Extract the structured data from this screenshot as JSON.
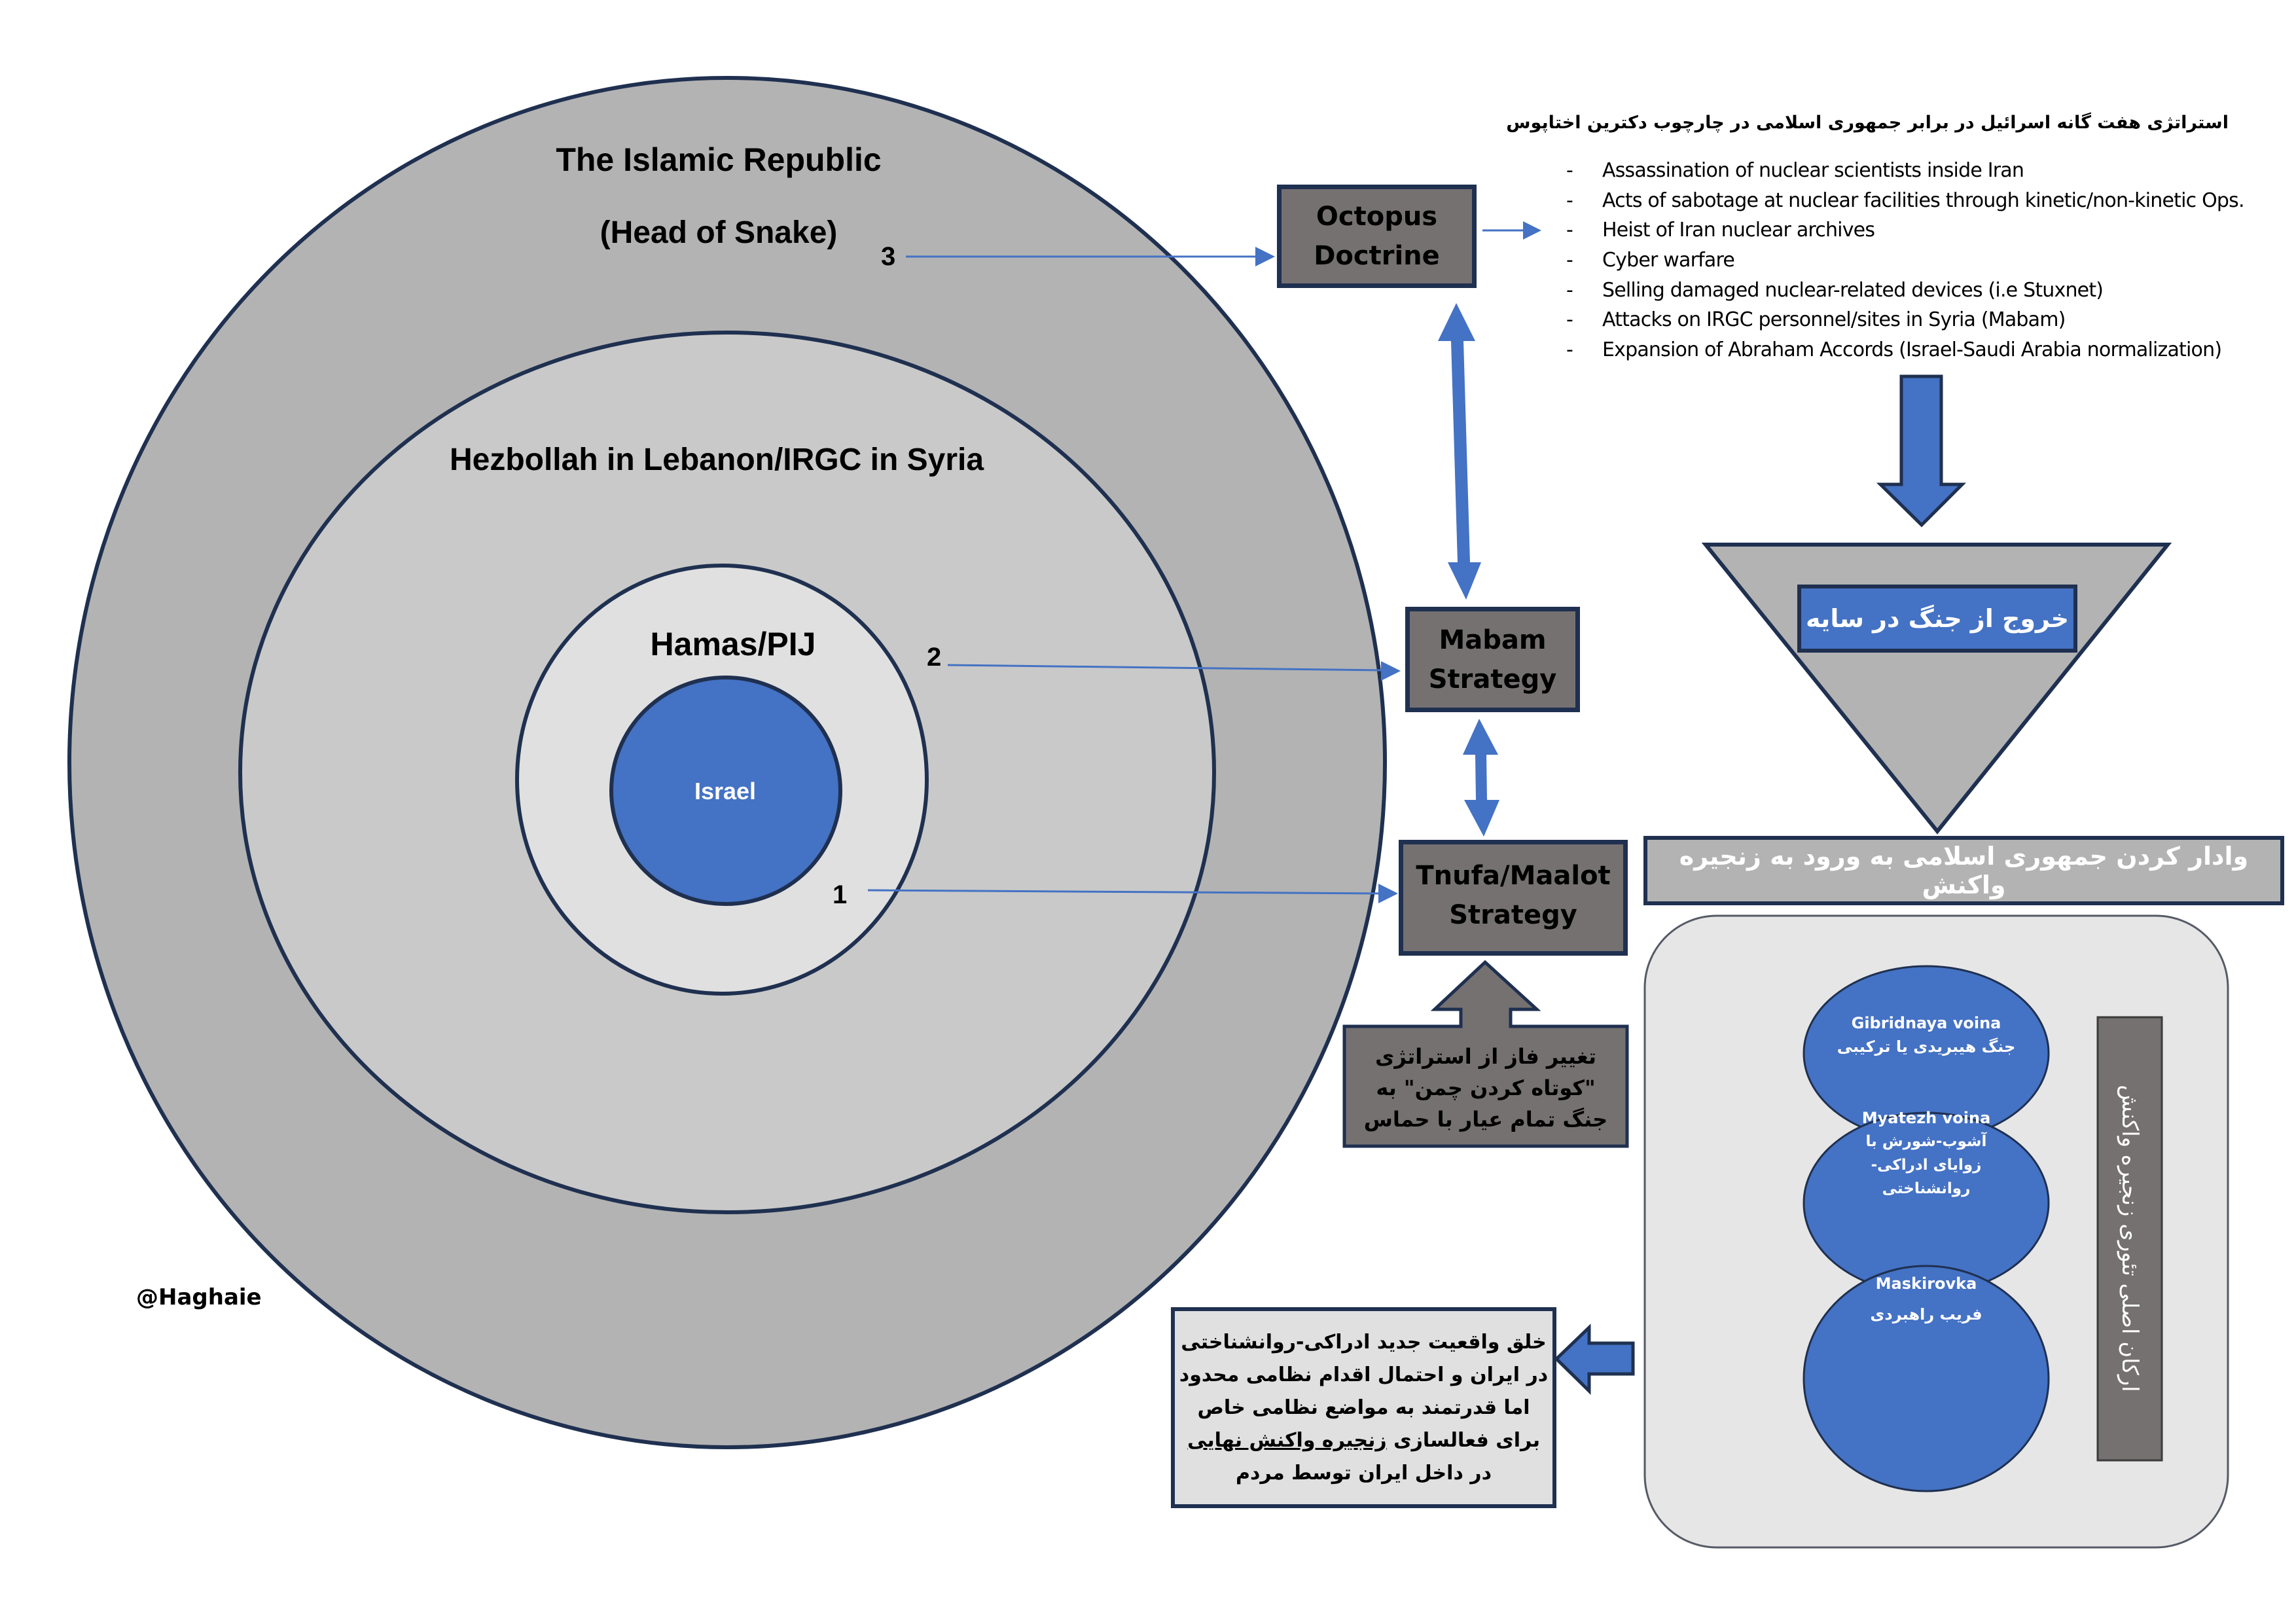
{
  "colors": {
    "outer_ring": "#b3b3b3",
    "middle_ring": "#c9c9c9",
    "inner_ring": "#e0e0e0",
    "core": "#4472c4",
    "stroke": "#1f3050",
    "strategy_box": "#757171",
    "arrow_blue": "#4472c4",
    "panel": "#e6e6e6",
    "pale_box": "#e0e0e0"
  },
  "circles": {
    "outer": {
      "title": "The Islamic Republic",
      "subtitle": "(Head of Snake)",
      "number": "3"
    },
    "middle": {
      "title": "Hezbollah in Lebanon/IRGC in Syria",
      "number": "2"
    },
    "inner": {
      "title": "Hamas/PIJ",
      "number": "1"
    },
    "core": {
      "title": "Israel"
    }
  },
  "strategies": {
    "octopus": {
      "line1": "Octopus",
      "line2": "Doctrine"
    },
    "mabam": {
      "line1": "Mabam",
      "line2": "Strategy"
    },
    "tnufa": {
      "line1": "Tnufa/Maalot",
      "line2": "Strategy"
    }
  },
  "octopus_list": {
    "title": "استراتژی هفت گانه اسرائیل در برابر جمهوری اسلامی در چارچوب دکترین اختاپوس",
    "bullet": "-",
    "items": [
      "Assassination of nuclear scientists inside Iran",
      "Acts of sabotage at nuclear facilities through kinetic/non-kinetic Ops.",
      "Heist of Iran nuclear archives",
      "Cyber warfare",
      "Selling damaged nuclear-related devices (i.e Stuxnet)",
      "Attacks on IRGC personnel/sites in Syria (Mabam)",
      "Expansion of Abraham Accords (Israel-Saudi Arabia normalization)"
    ]
  },
  "triangle_label": "خروج از جنگ در سایه",
  "chain_reaction_banner": "وادار کردن جمهوری اسلامی به ورود به زنجیره واکنش",
  "pillars_panel": {
    "side_label": "ارکان اصلی تئوری زنجیره واکنش",
    "pillars": [
      {
        "en": "Gibridnaya voina",
        "fa": [
          "جنگ هیبریدی یا ترکیبی"
        ]
      },
      {
        "en": "Myatezh voina",
        "fa": [
          "آشوب-شورش با",
          "زوایای ادراکی-",
          "روانشناختی"
        ]
      },
      {
        "en": "Maskirovka",
        "fa": [
          "فریب راهبردی"
        ]
      }
    ]
  },
  "phase_change_callout": {
    "lines": [
      "تغییر فاز از استراتژی",
      "\"کوتاه کردن چمن\" به",
      "جنگ تمام عیار با حماس"
    ]
  },
  "outcome_box": {
    "lines": [
      "خلق واقعیت جدید ادراکی-روانشناختی",
      "در ایران و احتمال اقدام نظامی محدود",
      "اما قدرتمند به مواضع نظامی خاص"
    ],
    "line4_prefix": "برای فعالسازی ",
    "line4_underlined": "زنجیره واکنش نهایی",
    "line5": "در داخل ایران توسط مردم"
  },
  "author_handle": "@Haghaie"
}
